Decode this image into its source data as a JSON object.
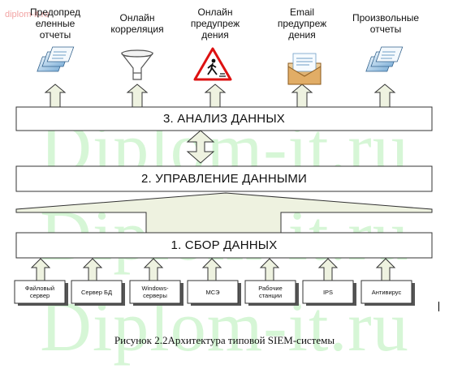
{
  "watermark": {
    "small": "diplom-it.ru",
    "large": "Diplom-it.ru"
  },
  "outputs": [
    {
      "label": "Предопред\nеленные\nотчеты",
      "icon": "reports-icon"
    },
    {
      "label": "Онлайн\nкорреляция",
      "icon": "funnel-icon"
    },
    {
      "label": "Онлайн\nпредупреж\nдения",
      "icon": "warning-sign-icon"
    },
    {
      "label": "Email\nпредупреж\nдения",
      "icon": "envelope-icon"
    },
    {
      "label": "Произвольные\nотчеты",
      "icon": "reports-icon"
    }
  ],
  "layers": {
    "analysis": "3. АНАЛИЗ ДАННЫХ",
    "management": "2. УПРАВЛЕНИЕ ДАННЫМИ",
    "collection": "1. СБОР ДАННЫХ"
  },
  "sources": [
    {
      "label": "Файловый\nсервер"
    },
    {
      "label": "Сервер БД"
    },
    {
      "label": "Windows-\nсерверы"
    },
    {
      "label": "МСЭ"
    },
    {
      "label": "Рабочие\nстанции"
    },
    {
      "label": "IPS"
    },
    {
      "label": "Антивирус"
    }
  ],
  "caption": "Рисунок 2.2Архитектура типовой SIEM-системы",
  "colors": {
    "arrow_fill": "#eef2e0",
    "stroke": "#333333",
    "watermark": "#c9f3c9"
  }
}
